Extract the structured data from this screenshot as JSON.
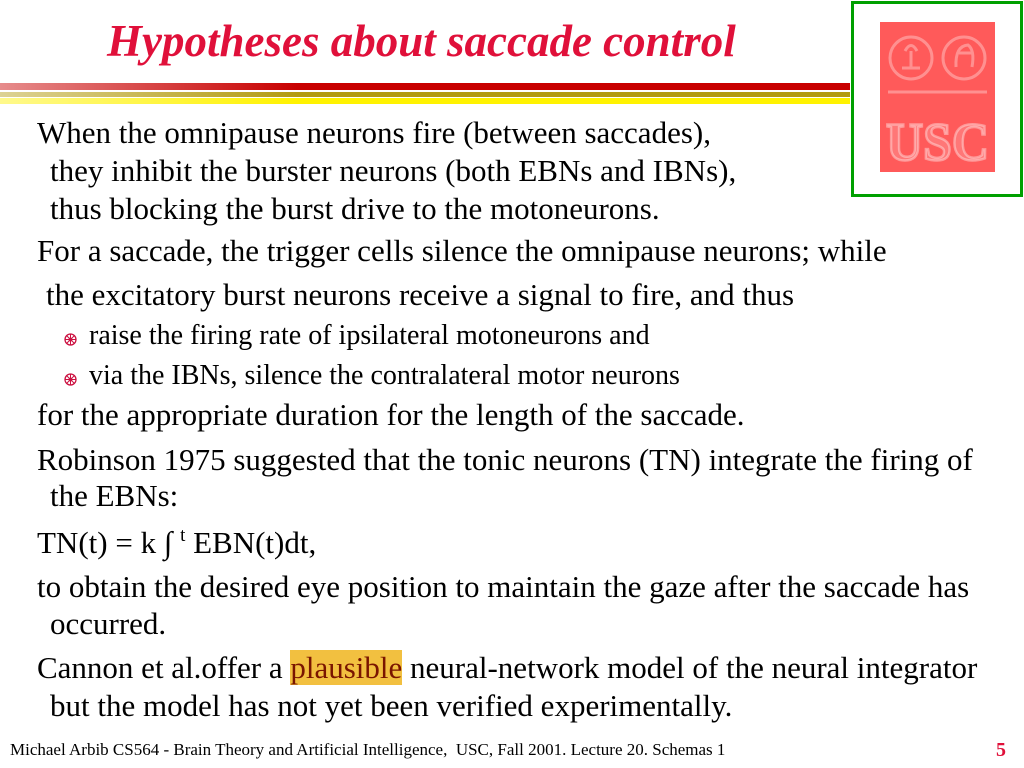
{
  "slide": {
    "title": "Hypotheses about saccade control",
    "logo": {
      "lettering": "USC"
    },
    "paragraph_1": [
      "When the omnipause neurons fire (between saccades),",
      "they inhibit the burster neurons (both EBNs and IBNs),",
      "thus blocking the burst drive to the motoneurons."
    ],
    "paragraph_2": [
      "For a saccade, the trigger cells silence the omnipause neurons; while",
      "the excitatory burst neurons receive a signal to fire, and thus"
    ],
    "bullets": [
      {
        "icon": "wheel-bullet",
        "text": "raise the firing rate of ipsilateral motoneurons and"
      },
      {
        "icon": "wheel-bullet",
        "text": "via the IBNs, silence the contralateral motor neurons"
      }
    ],
    "paragraph_3": [
      "for the appropriate duration for the length of the saccade."
    ],
    "paragraph_4": [
      "Robinson 1975 suggested that the tonic neurons (TN) integrate the firing of",
      "the EBNs:"
    ],
    "formula": {
      "lhs": "TN(t) = k",
      "integral_sign": "∫",
      "upper_limit": "t",
      "integrand": "EBN(t)dt,"
    },
    "paragraph_5": [
      "to obtain the desired eye position to maintain the gaze after the saccade has",
      "occurred."
    ],
    "paragraph_6": {
      "line_1_before": "Cannon et al.offer a",
      "line_1_highlight": "plausible",
      "line_1_after": "neural-network model of the neural integrator",
      "line_2": "but the model has not yet been verified experimentally."
    },
    "footer": {
      "credit": "Michael Arbib CS564 - Brain Theory and Artificial Intelligence,  USC, Fall 2001. Lecture 20. Schemas 1",
      "page_number": "5"
    }
  },
  "theme": {
    "title_color": "#e0103a",
    "text_color": "#000000",
    "rule_red": "#c80000",
    "rule_gold": "#b39b10",
    "rule_yellow": "#fff200",
    "logo_frame_color": "#00a000",
    "logo_color": "#ff5a5a",
    "bullet_color": "#cc1040",
    "highlight_background": "#f2c040",
    "highlight_text": "#7a1500",
    "page_number_color": "#e0103a"
  }
}
